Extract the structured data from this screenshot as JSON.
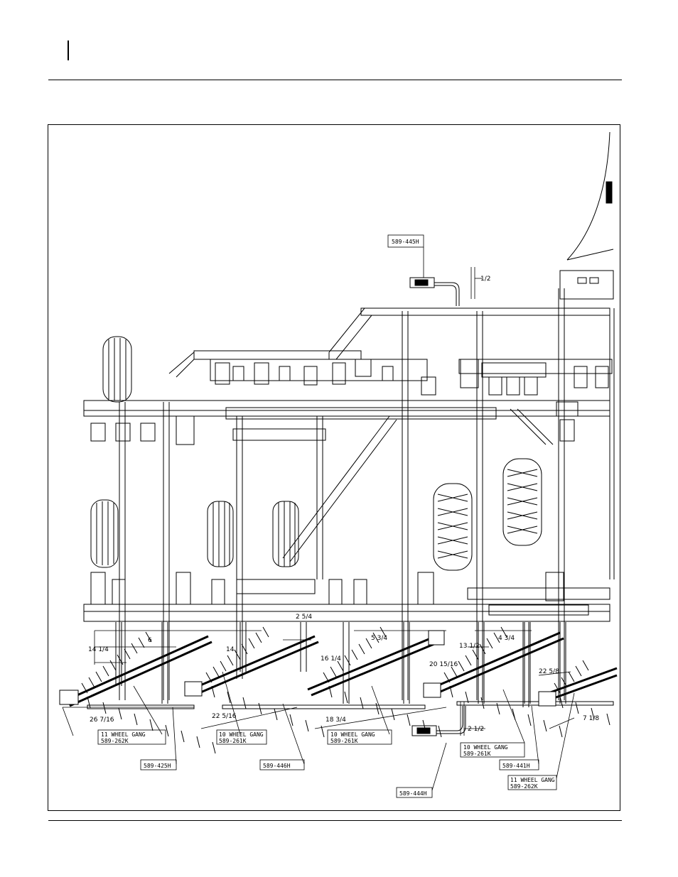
{
  "drawing": {
    "callouts": [
      {
        "id": "c445",
        "lines": [
          "589-445H"
        ]
      },
      {
        "id": "c262a",
        "lines": [
          "11 WHEEL GANG",
          "589-262K"
        ]
      },
      {
        "id": "c261a",
        "lines": [
          "10 WHEEL GANG",
          "589-261K"
        ]
      },
      {
        "id": "c261b",
        "lines": [
          "10 WHEEL GANG",
          "589-261K"
        ]
      },
      {
        "id": "c261c",
        "lines": [
          "10 WHEEL GANG",
          "589-261K"
        ]
      },
      {
        "id": "c262b",
        "lines": [
          "11 WHEEL GANG",
          "589-262K"
        ]
      },
      {
        "id": "c425",
        "lines": [
          "589-425H"
        ]
      },
      {
        "id": "c446",
        "lines": [
          "589-446H"
        ]
      },
      {
        "id": "c441",
        "lines": [
          "589-441H"
        ]
      },
      {
        "id": "c444",
        "lines": [
          "589-444H"
        ]
      }
    ],
    "dimensions": [
      "1/2",
      "2 5/4",
      "6",
      "14 1/4",
      "14.",
      "16 1/4",
      "5 3/4",
      "13 1/2",
      "4 3/4",
      "20 15/16",
      "22 5/8",
      "26 7/16",
      "22 5/16",
      "18 3/4",
      "2 1/2",
      "7 1/8"
    ]
  }
}
